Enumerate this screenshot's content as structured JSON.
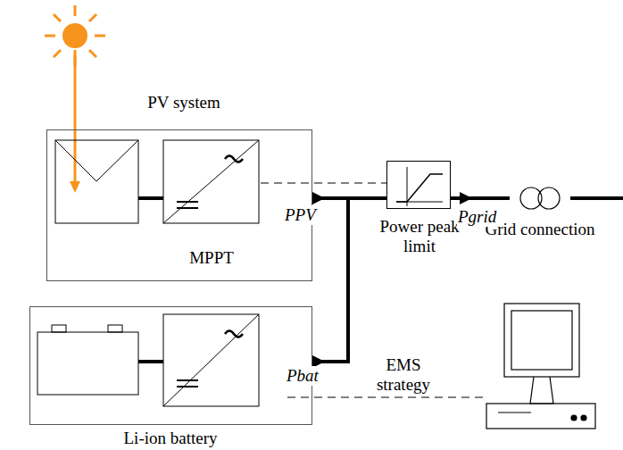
{
  "diagram": {
    "nodes": [
      {
        "text": [
          "PV system",
          "MPPT"
        ]
      },
      {
        "text": [
          "Li-ion battery"
        ]
      },
      {
        "text": [
          "Power peak limit"
        ]
      },
      {
        "text": [
          "Grid connection"
        ]
      }
    ],
    "edges": [
      {
        "from": 0,
        "to": 2,
        "arrow": "to",
        "label": "PPV"
      },
      {
        "from": 1,
        "to": 2,
        "arrow": "to",
        "label": "Pbat"
      },
      {
        "from": 2,
        "to": 3,
        "arrow": "to",
        "label": "Pgrid"
      }
    ],
    "labels": [
      "EMS strategy"
    ]
  }
}
